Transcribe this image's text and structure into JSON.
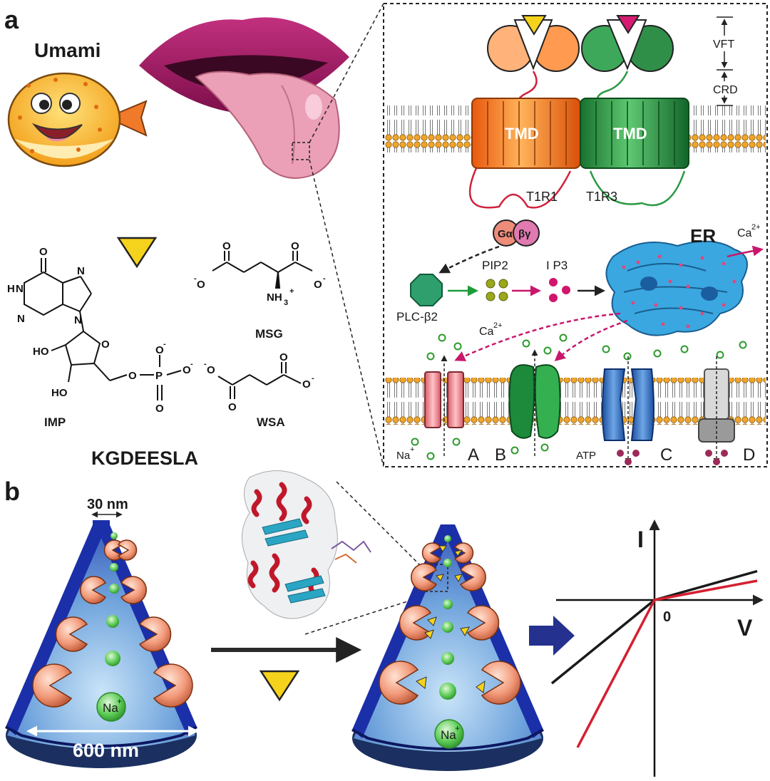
{
  "panel_a": {
    "label": "a",
    "umami_title": "Umami",
    "molecules": {
      "imp": "IMP",
      "msg": "MSG",
      "wsa": "WSA",
      "peptide": "KGDEESLA",
      "imp_atoms": {
        "o_top": "O",
        "hn": "H",
        "n1": "N",
        "n2": "N",
        "n3": "N",
        "n4": "N",
        "ho1": "HO",
        "ho2": "HO",
        "o_ring": "O",
        "o_link": "O",
        "p": "P",
        "o_up": "O",
        "o_right": "O",
        "o_down": "O",
        "minus1": "-",
        "minus2": "-"
      },
      "msg_atoms": {
        "o_left": "O",
        "o_top_left": "O",
        "o_top_right": "O",
        "o_right": "O",
        "nh3": "NH",
        "sub3": "3",
        "plus": "+",
        "minus_l": "-",
        "minus_r": "-"
      },
      "wsa_atoms": {
        "o_left": "O",
        "o_bottom": "O",
        "o_top": "O",
        "o_right": "O",
        "minus_l": "-",
        "minus_r": "-"
      }
    },
    "receptor": {
      "vft": "VFT",
      "crd": "CRD",
      "tmd_left": "TMD",
      "tmd_right": "TMD",
      "t1r1": "T1R1",
      "t1r3": "T1R3",
      "g_alpha": "Gα",
      "beta_gamma": "βγ"
    },
    "signaling": {
      "plc": "PLC-β2",
      "pip2": "PIP2",
      "ip3": "I P3",
      "er": "ER",
      "ca_er": "Ca",
      "ca_er_sup": "2+",
      "ca_cyto": "Ca",
      "ca_cyto_sup": "2+"
    },
    "channels": {
      "na": "Na",
      "na_sup": "+",
      "A": "A",
      "B": "B",
      "atp": "ATP",
      "C": "C",
      "D": "D"
    }
  },
  "panel_b": {
    "label": "b",
    "tip_size": "30 nm",
    "base_size": "600 nm",
    "ion_left": "Na",
    "ion_left_sup": "+",
    "ion_right": "Na",
    "ion_right_sup": "+"
  },
  "chart_data": {
    "type": "line",
    "xlabel": "V",
    "ylabel": "I",
    "origin_label": "0",
    "series": [
      {
        "color": "#1a1a1a",
        "x": [
          -1.6,
          0,
          1.6
        ],
        "y": [
          -1.3,
          0,
          0.45
        ]
      },
      {
        "color": "#d42030",
        "x": [
          -1.2,
          0,
          1.6
        ],
        "y": [
          -2.3,
          0,
          0.3
        ]
      }
    ]
  },
  "colors": {
    "t1r1": "#f07d1e",
    "t1r3": "#2e9a46",
    "cone": "#1b2fa8",
    "lips": "#a81b6a",
    "tongue": "#eca3b8",
    "er": "#3aa7e0",
    "ion": "#4cc04c",
    "ligand": "#f5d31c"
  }
}
